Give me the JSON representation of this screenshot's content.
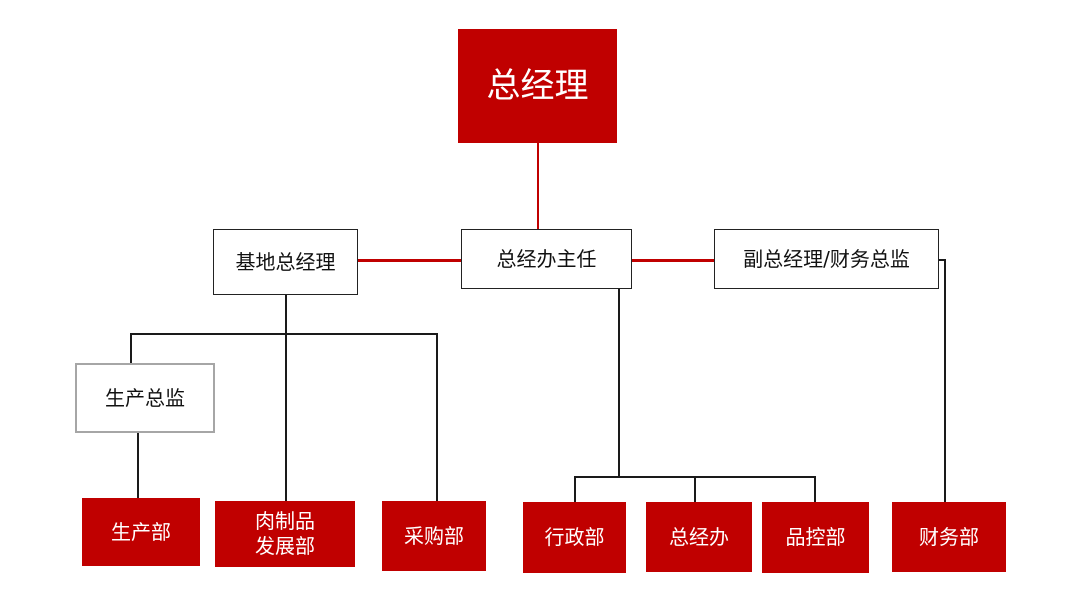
{
  "nodes": {
    "ceo": "总经理",
    "base_gm": "基地总经理",
    "office_director": "总经办主任",
    "deputy_gm_cfo": "副总经理/财务总监",
    "production_director": "生产总监",
    "production_dept": "生产部",
    "meat_dev_line1": "肉制品",
    "meat_dev_line2": "发展部",
    "purchasing_dept": "采购部",
    "admin_dept": "行政部",
    "gm_office": "总经办",
    "qc_dept": "品控部",
    "finance_dept": "财务部"
  },
  "colors": {
    "red": "#c00000",
    "line_black": "#1a1a1a",
    "grey_border": "#a6a6a6"
  }
}
